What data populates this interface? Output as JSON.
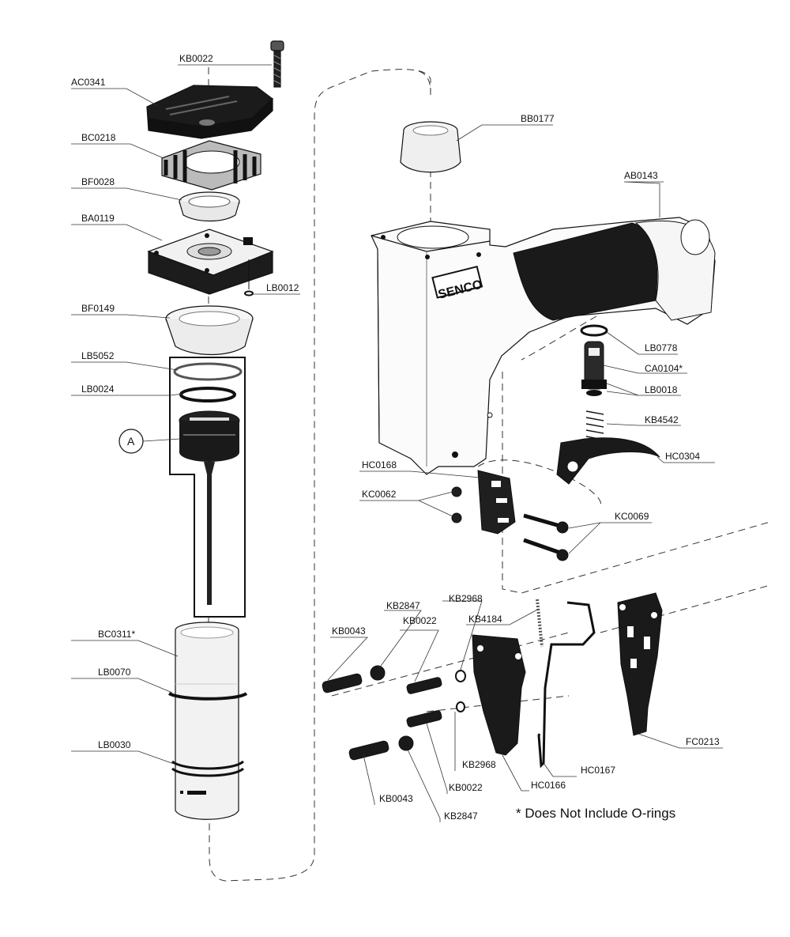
{
  "brand": "SENCO",
  "note": "* Does Not Include O-rings",
  "callout": "A",
  "labels": {
    "KB0022_top": "KB0022",
    "AC0341": "AC0341",
    "BC0218": "BC0218",
    "BF0028": "BF0028",
    "BA0119": "BA0119",
    "LB0012": "LB0012",
    "BF0149": "BF0149",
    "LB5052": "LB5052",
    "LB0024": "LB0024",
    "BC0311": "BC0311*",
    "LB0070": "LB0070",
    "LB0030": "LB0030",
    "BB0177": "BB0177",
    "AB0143": "AB0143",
    "LB0778": "LB0778",
    "CA0104": "CA0104*",
    "LB0018": "LB0018",
    "KB4542": "KB4542",
    "HC0304": "HC0304",
    "HC0168": "HC0168",
    "KC0062": "KC0062",
    "KC0069": "KC0069",
    "KB2968_top": "KB2968",
    "KB4184": "KB4184",
    "KB2847_top": "KB2847",
    "KB0022_mid": "KB0022",
    "KB0043_top": "KB0043",
    "FC0213": "FC0213",
    "KB2968_bot": "KB2968",
    "HC0167": "HC0167",
    "HC0166": "HC0166",
    "KB0022_bot": "KB0022",
    "KB0043_bot": "KB0043",
    "KB2847_bot": "KB2847"
  }
}
